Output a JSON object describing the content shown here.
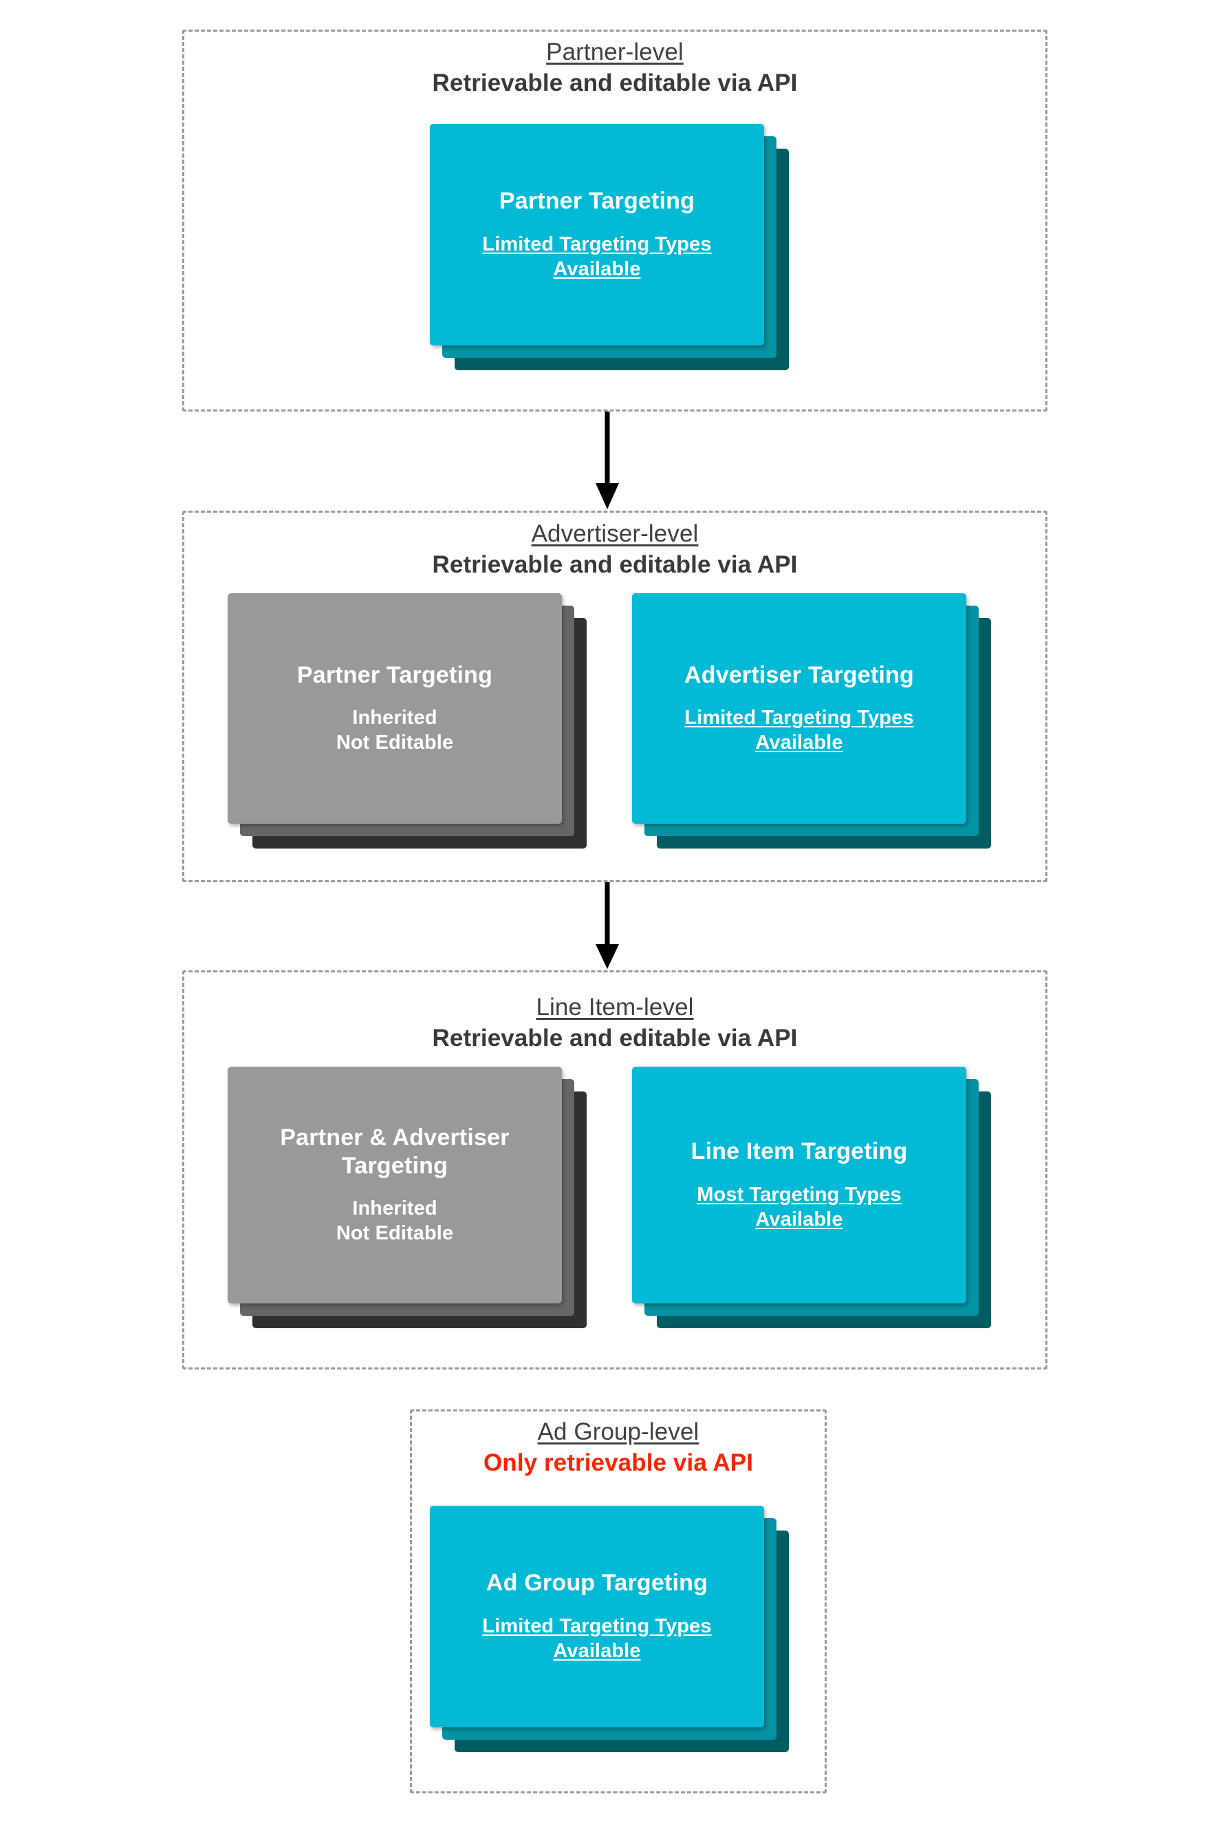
{
  "diagram": {
    "title_semantic": "DV360 targeting inheritance hierarchy",
    "colors": {
      "teal_front": "#02bad6",
      "teal_mid": "#0593a3",
      "teal_back": "#025d63",
      "gray_front": "#999999",
      "gray_mid": "#666666",
      "gray_back": "#303030",
      "alert_red": "#fc2200",
      "dashed_border": "#9a9a9a",
      "heading_text": "#404040"
    },
    "levels": [
      {
        "id": "partner",
        "title": "Partner-level",
        "subtitle": "Retrievable and editable via API",
        "subtitle_alert": false,
        "cards": [
          {
            "id": "partner-targeting",
            "style": "teal",
            "title": "Partner Targeting",
            "sub_lines": [
              "Limited Targeting Types",
              "Available"
            ],
            "sub_underline": true
          }
        ]
      },
      {
        "id": "advertiser",
        "title": "Advertiser-level",
        "subtitle": "Retrievable and editable via API",
        "subtitle_alert": false,
        "cards": [
          {
            "id": "partner-targeting-inherited",
            "style": "gray",
            "title": "Partner Targeting",
            "sub_lines": [
              "Inherited",
              "Not Editable"
            ],
            "sub_underline": false
          },
          {
            "id": "advertiser-targeting",
            "style": "teal",
            "title": "Advertiser Targeting",
            "sub_lines": [
              "Limited Targeting Types",
              "Available"
            ],
            "sub_underline": true
          }
        ]
      },
      {
        "id": "line-item",
        "title": "Line Item-level",
        "subtitle": "Retrievable and editable via API",
        "subtitle_alert": false,
        "cards": [
          {
            "id": "partner-advertiser-targeting-inherited",
            "style": "gray",
            "title": "Partner & Advertiser Targeting",
            "sub_lines": [
              "Inherited",
              "Not Editable"
            ],
            "sub_underline": false
          },
          {
            "id": "line-item-targeting",
            "style": "teal",
            "title": "Line Item Targeting",
            "sub_lines": [
              "Most Targeting Types",
              "Available"
            ],
            "sub_underline": true
          }
        ]
      },
      {
        "id": "ad-group",
        "title": "Ad Group-level",
        "subtitle": "Only retrievable via API",
        "subtitle_alert": true,
        "cards": [
          {
            "id": "ad-group-targeting",
            "style": "teal",
            "title": "Ad Group Targeting",
            "sub_lines": [
              "Limited Targeting Types",
              "Available"
            ],
            "sub_underline": true
          }
        ]
      }
    ],
    "connectors": [
      {
        "id": "partner-to-advertiser",
        "from": "partner",
        "to": "advertiser"
      },
      {
        "id": "advertiser-to-line-item",
        "from": "advertiser",
        "to": "line-item"
      }
    ]
  }
}
